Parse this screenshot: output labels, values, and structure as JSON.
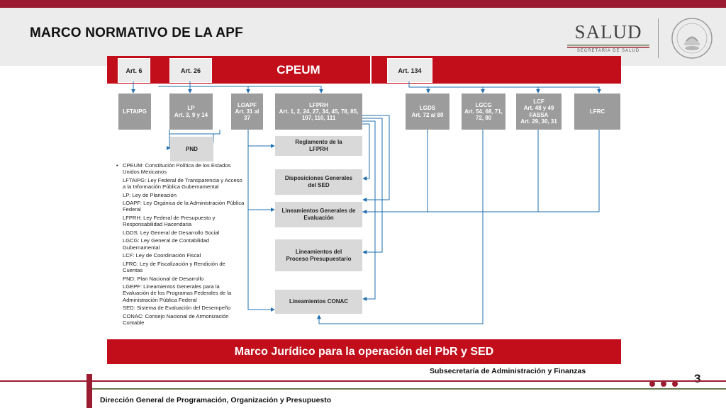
{
  "header": {
    "title": "MARCO NORMATIVO DE LA APF",
    "logo_word": "SALUD",
    "logo_subtitle": "SECRETARÍA DE SALUD",
    "colors": {
      "brand": "#9b1b30",
      "diagram_red": "#c20e1b",
      "olive": "#6b7a54"
    }
  },
  "diagram": {
    "top_title": "CPEUM",
    "articles": [
      "Art. 6",
      "Art. 26",
      "Art. 134"
    ],
    "laws": [
      {
        "name": "LFTAIPG",
        "detail": ""
      },
      {
        "name": "LP",
        "detail": "Art. 3, 9 y 14"
      },
      {
        "name": "LOAPF",
        "detail": "Art. 31 al 37"
      },
      {
        "name": "LFPRH",
        "detail": "Art. 1, 2, 24, 27, 34, 45, 78, 85, 107, 110, 111"
      },
      {
        "name": "LGDS",
        "detail": "Art. 72 al 80"
      },
      {
        "name": "LGCG",
        "detail": "Art. 54, 68, 71, 72, 80"
      },
      {
        "name": "LCF",
        "detail": "Art. 48 y 49"
      },
      {
        "name": "FASSA",
        "detail": "Art. 29, 30, 31"
      },
      {
        "name": "LFRC",
        "detail": ""
      }
    ],
    "pnd": "PND",
    "instruments": [
      {
        "line1": "Reglamento de la",
        "line2": "LFPRH"
      },
      {
        "line1": "Disposiciones Generales",
        "line2": "del SED"
      },
      {
        "line1": "Lineamientos Generales de",
        "line2": "Evaluación"
      },
      {
        "line1": "Lineamientos del",
        "line2": "Proceso Presupuestario"
      },
      {
        "line1": "Lineamientos CONAC",
        "line2": ""
      }
    ],
    "bullet": "•",
    "glossary": [
      "CPEUM: Constitución Política de los Estados Unidos Mexicanos",
      "LFTAIPG: Ley Federal de Transparencia y Acceso a la Información Pública Gubernamental",
      "LP: Ley de Planeación",
      "LOAPF: Ley Orgánica de la Administración Pública Federal",
      "LFPRH: Ley Federal de Presupuesto y Responsabilidad Hacendaria",
      "LGDS: Ley General de Desarrollo Social",
      "LGCG: Ley General de Contabilidad Gubernamental",
      "LCF: Ley de Coordinación Fiscal",
      "LFRC: Ley de Fiscalización y Rendición de Cuentas",
      "PND: Plan Nacional de Desarrollo",
      "LGEPF: Lineamientos Generales para la Evaluación de los Programas Federales de la Administración Pública Federal",
      "SED: Sistema de Evaluación del Desempeño",
      "CONAC: Consejo Nacional de Armonización Contable"
    ],
    "bottom_title": "Marco Jurídico para la operación del PbR y SED"
  },
  "footer": {
    "subsecretaria": "Subsecretaría de Administración y Finanzas",
    "page_number": "3",
    "direccion": "Dirección General de Programación, Organización y Presupuesto"
  }
}
